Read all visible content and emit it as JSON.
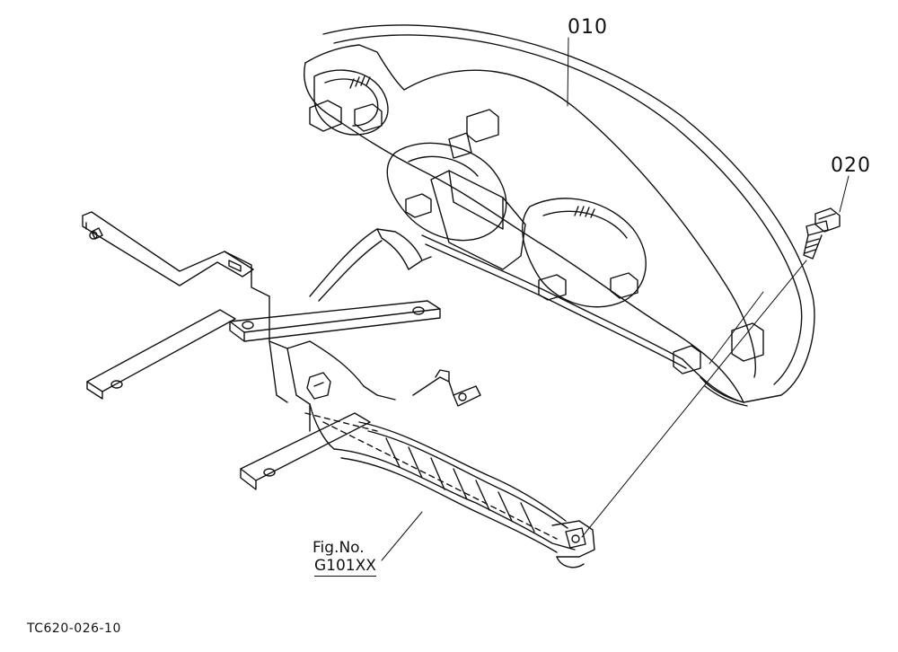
{
  "diagram": {
    "callouts": {
      "part_010": "010",
      "part_020": "020"
    },
    "figure_ref": {
      "line1": "Fig.No.",
      "line2": "G101XX"
    },
    "drawing_code": "TC620-026-10"
  },
  "colors": {
    "line": "#111111",
    "background": "#ffffff"
  }
}
